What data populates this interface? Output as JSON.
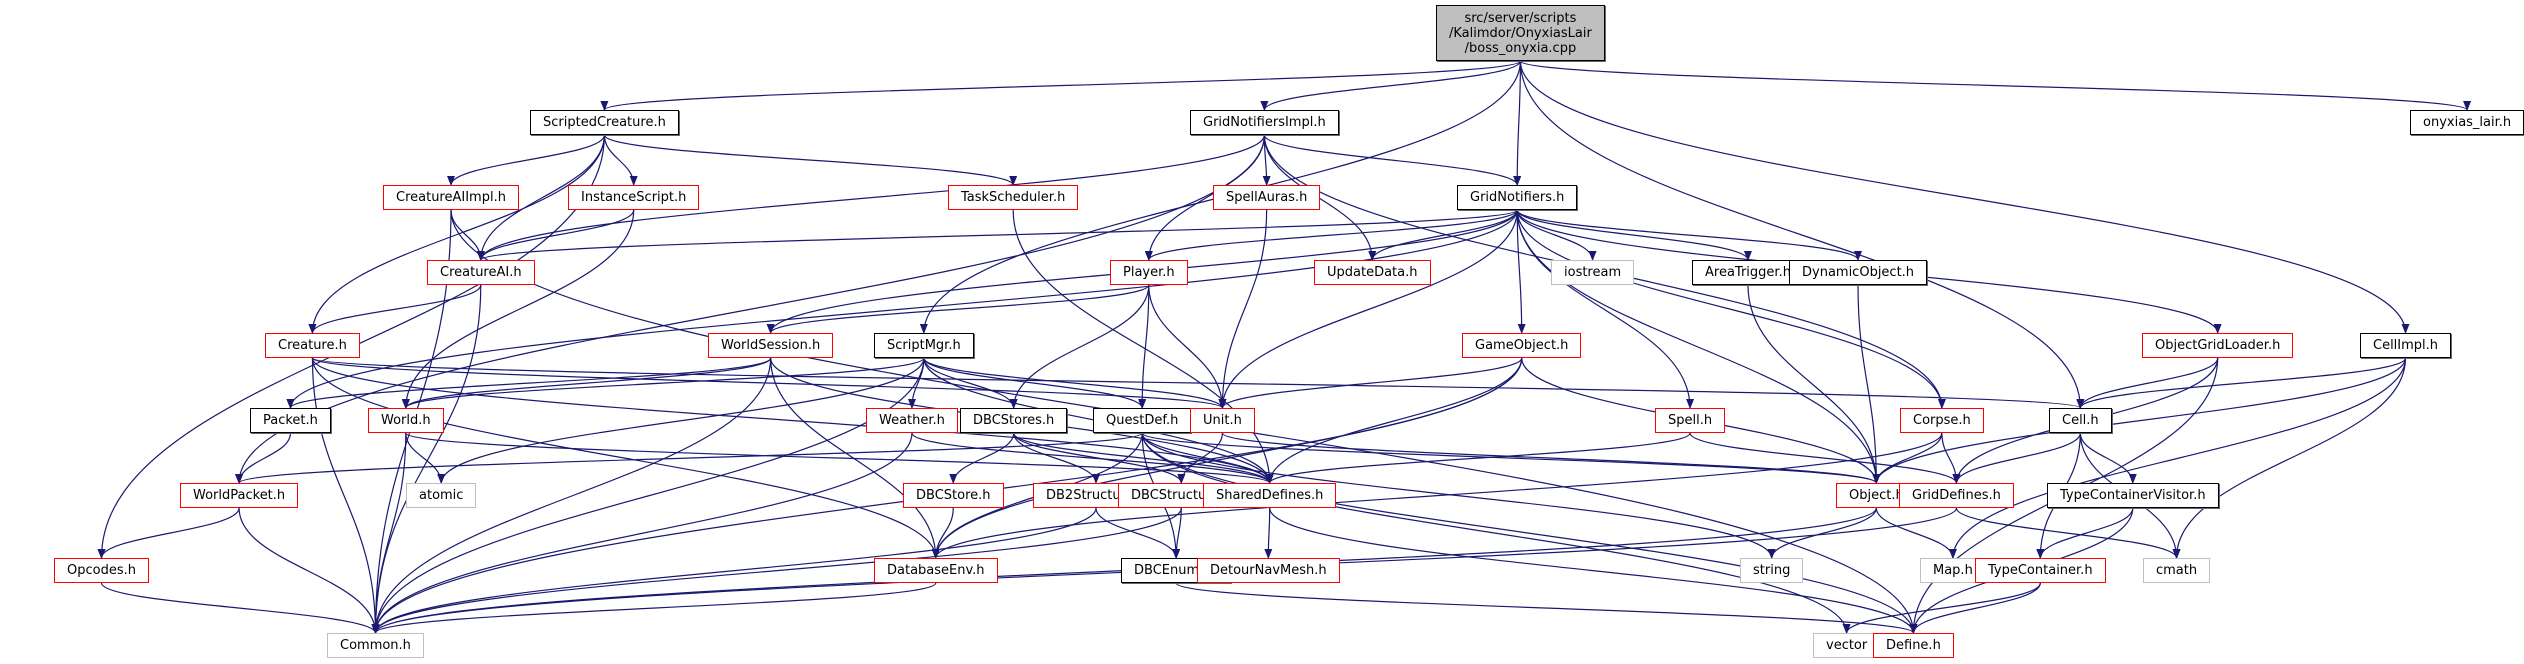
{
  "diagram": {
    "type": "include-dependency-graph",
    "colors": {
      "edge": "#191970",
      "root_fill": "#bfbfbf",
      "documented_border": "#000000",
      "truncated_border": "#ff0000",
      "external_border": "#bfbfbf"
    },
    "nodes": [
      {
        "id": "root",
        "label": "src/server/scripts\n/Kalimdor/OnyxiasLair\n/boss_onyxia.cpp",
        "kind": "root"
      },
      {
        "id": "ScriptedCreature",
        "label": "ScriptedCreature.h",
        "kind": "black"
      },
      {
        "id": "GridNotifiersImpl",
        "label": "GridNotifiersImpl.h",
        "kind": "black"
      },
      {
        "id": "onyxias_lair",
        "label": "onyxias_lair.h",
        "kind": "black"
      },
      {
        "id": "CreatureAIImpl",
        "label": "CreatureAIImpl.h",
        "kind": "red"
      },
      {
        "id": "InstanceScript",
        "label": "InstanceScript.h",
        "kind": "red"
      },
      {
        "id": "TaskScheduler",
        "label": "TaskScheduler.h",
        "kind": "red"
      },
      {
        "id": "SpellAuras",
        "label": "SpellAuras.h",
        "kind": "red"
      },
      {
        "id": "GridNotifiers",
        "label": "GridNotifiers.h",
        "kind": "black"
      },
      {
        "id": "CreatureAI",
        "label": "CreatureAI.h",
        "kind": "red"
      },
      {
        "id": "Player",
        "label": "Player.h",
        "kind": "red"
      },
      {
        "id": "UpdateData",
        "label": "UpdateData.h",
        "kind": "red"
      },
      {
        "id": "iostream",
        "label": "iostream",
        "kind": "gray"
      },
      {
        "id": "AreaTrigger",
        "label": "AreaTrigger.h",
        "kind": "black"
      },
      {
        "id": "DynamicObject",
        "label": "DynamicObject.h",
        "kind": "black"
      },
      {
        "id": "ObjectGridLoader",
        "label": "ObjectGridLoader.h",
        "kind": "red"
      },
      {
        "id": "CellImpl",
        "label": "CellImpl.h",
        "kind": "black"
      },
      {
        "id": "Creature",
        "label": "Creature.h",
        "kind": "red"
      },
      {
        "id": "WorldSession",
        "label": "WorldSession.h",
        "kind": "red"
      },
      {
        "id": "ScriptMgr",
        "label": "ScriptMgr.h",
        "kind": "black"
      },
      {
        "id": "GameObject",
        "label": "GameObject.h",
        "kind": "red"
      },
      {
        "id": "Spell",
        "label": "Spell.h",
        "kind": "red"
      },
      {
        "id": "Corpse",
        "label": "Corpse.h",
        "kind": "red"
      },
      {
        "id": "Cell",
        "label": "Cell.h",
        "kind": "black"
      },
      {
        "id": "Packet",
        "label": "Packet.h",
        "kind": "black"
      },
      {
        "id": "World",
        "label": "World.h",
        "kind": "red"
      },
      {
        "id": "Weather",
        "label": "Weather.h",
        "kind": "red"
      },
      {
        "id": "DBCStores",
        "label": "DBCStores.h",
        "kind": "black"
      },
      {
        "id": "QuestDef",
        "label": "QuestDef.h",
        "kind": "black"
      },
      {
        "id": "Unit",
        "label": "Unit.h",
        "kind": "red"
      },
      {
        "id": "WorldPacket",
        "label": "WorldPacket.h",
        "kind": "red"
      },
      {
        "id": "atomic",
        "label": "atomic",
        "kind": "gray"
      },
      {
        "id": "DBCStore",
        "label": "DBCStore.h",
        "kind": "red"
      },
      {
        "id": "DB2Structure",
        "label": "DB2Structure.h",
        "kind": "red"
      },
      {
        "id": "DBCStructure",
        "label": "DBCStructure.h",
        "kind": "red"
      },
      {
        "id": "SharedDefines",
        "label": "SharedDefines.h",
        "kind": "red"
      },
      {
        "id": "Object",
        "label": "Object.h",
        "kind": "red"
      },
      {
        "id": "GridDefines",
        "label": "GridDefines.h",
        "kind": "red"
      },
      {
        "id": "TypeContainerVisitor",
        "label": "TypeContainerVisitor.h",
        "kind": "black"
      },
      {
        "id": "Opcodes",
        "label": "Opcodes.h",
        "kind": "red"
      },
      {
        "id": "DatabaseEnv",
        "label": "DatabaseEnv.h",
        "kind": "red"
      },
      {
        "id": "DBCEnums",
        "label": "DBCEnums.h",
        "kind": "black"
      },
      {
        "id": "DetourNavMesh",
        "label": "DetourNavMesh.h",
        "kind": "red"
      },
      {
        "id": "string",
        "label": "string",
        "kind": "gray"
      },
      {
        "id": "MapH",
        "label": "Map.h",
        "kind": "gray"
      },
      {
        "id": "TypeContainer",
        "label": "TypeContainer.h",
        "kind": "red"
      },
      {
        "id": "cmath",
        "label": "cmath",
        "kind": "gray"
      },
      {
        "id": "Common",
        "label": "Common.h",
        "kind": "gray"
      },
      {
        "id": "vector",
        "label": "vector",
        "kind": "gray"
      },
      {
        "id": "Define",
        "label": "Define.h",
        "kind": "red"
      }
    ],
    "edges": [
      [
        "root",
        "ScriptedCreature"
      ],
      [
        "root",
        "GridNotifiersImpl"
      ],
      [
        "root",
        "ScriptMgr"
      ],
      [
        "root",
        "GridNotifiers"
      ],
      [
        "root",
        "onyxias_lair"
      ],
      [
        "root",
        "CellImpl"
      ],
      [
        "root",
        "Cell"
      ],
      [
        "ScriptedCreature",
        "CreatureAIImpl"
      ],
      [
        "ScriptedCreature",
        "InstanceScript"
      ],
      [
        "ScriptedCreature",
        "TaskScheduler"
      ],
      [
        "ScriptedCreature",
        "CreatureAI"
      ],
      [
        "ScriptedCreature",
        "Creature"
      ],
      [
        "ScriptedCreature",
        "Opcodes"
      ],
      [
        "GridNotifiersImpl",
        "SpellAuras"
      ],
      [
        "GridNotifiersImpl",
        "GridNotifiers"
      ],
      [
        "GridNotifiersImpl",
        "UpdateData"
      ],
      [
        "GridNotifiersImpl",
        "Player"
      ],
      [
        "GridNotifiersImpl",
        "CreatureAI"
      ],
      [
        "GridNotifiersImpl",
        "WorldPacket"
      ],
      [
        "GridNotifiersImpl",
        "Corpse"
      ],
      [
        "CreatureAIImpl",
        "CreatureAI"
      ],
      [
        "CreatureAIImpl",
        "Common"
      ],
      [
        "CreatureAIImpl",
        "Define"
      ],
      [
        "InstanceScript",
        "CreatureAI"
      ],
      [
        "InstanceScript",
        "World"
      ],
      [
        "TaskScheduler",
        "SharedDefines"
      ],
      [
        "SpellAuras",
        "Unit"
      ],
      [
        "GridNotifiers",
        "CreatureAI"
      ],
      [
        "GridNotifiers",
        "Player"
      ],
      [
        "GridNotifiers",
        "UpdateData"
      ],
      [
        "GridNotifiers",
        "iostream"
      ],
      [
        "GridNotifiers",
        "AreaTrigger"
      ],
      [
        "GridNotifiers",
        "DynamicObject"
      ],
      [
        "GridNotifiers",
        "ObjectGridLoader"
      ],
      [
        "GridNotifiers",
        "WorldSession"
      ],
      [
        "GridNotifiers",
        "GameObject"
      ],
      [
        "GridNotifiers",
        "Spell"
      ],
      [
        "GridNotifiers",
        "Corpse"
      ],
      [
        "GridNotifiers",
        "Unit"
      ],
      [
        "GridNotifiers",
        "Object"
      ],
      [
        "GridNotifiers",
        "Packet"
      ],
      [
        "CreatureAI",
        "Creature"
      ],
      [
        "CreatureAI",
        "Common"
      ],
      [
        "Player",
        "WorldSession"
      ],
      [
        "Player",
        "DBCStores"
      ],
      [
        "Player",
        "QuestDef"
      ],
      [
        "Player",
        "Unit"
      ],
      [
        "AreaTrigger",
        "Object"
      ],
      [
        "DynamicObject",
        "Object"
      ],
      [
        "ObjectGridLoader",
        "Cell"
      ],
      [
        "ObjectGridLoader",
        "GridDefines"
      ],
      [
        "ObjectGridLoader",
        "Define"
      ],
      [
        "CellImpl",
        "Cell"
      ],
      [
        "CellImpl",
        "Object"
      ],
      [
        "CellImpl",
        "MapH"
      ],
      [
        "CellImpl",
        "cmath"
      ],
      [
        "Creature",
        "Unit"
      ],
      [
        "Creature",
        "Cell"
      ],
      [
        "Creature",
        "Common"
      ],
      [
        "Creature",
        "DatabaseEnv"
      ],
      [
        "Creature",
        "SharedDefines"
      ],
      [
        "WorldSession",
        "Packet"
      ],
      [
        "WorldSession",
        "World"
      ],
      [
        "WorldSession",
        "Common"
      ],
      [
        "WorldSession",
        "DatabaseEnv"
      ],
      [
        "WorldSession",
        "SharedDefines"
      ],
      [
        "ScriptMgr",
        "World"
      ],
      [
        "ScriptMgr",
        "Weather"
      ],
      [
        "ScriptMgr",
        "DBCStores"
      ],
      [
        "ScriptMgr",
        "QuestDef"
      ],
      [
        "ScriptMgr",
        "atomic"
      ],
      [
        "ScriptMgr",
        "Common"
      ],
      [
        "ScriptMgr",
        "SharedDefines"
      ],
      [
        "ScriptMgr",
        "Unit"
      ],
      [
        "GameObject",
        "Unit"
      ],
      [
        "GameObject",
        "SharedDefines"
      ],
      [
        "GameObject",
        "Object"
      ],
      [
        "GameObject",
        "DatabaseEnv"
      ],
      [
        "GameObject",
        "Common"
      ],
      [
        "Spell",
        "SharedDefines"
      ],
      [
        "Spell",
        "GridDefines"
      ],
      [
        "Corpse",
        "Object"
      ],
      [
        "Corpse",
        "GridDefines"
      ],
      [
        "Corpse",
        "DatabaseEnv"
      ],
      [
        "Cell",
        "GridDefines"
      ],
      [
        "Cell",
        "TypeContainerVisitor"
      ],
      [
        "Cell",
        "TypeContainer"
      ],
      [
        "Cell",
        "cmath"
      ],
      [
        "Packet",
        "WorldPacket"
      ],
      [
        "World",
        "atomic"
      ],
      [
        "World",
        "Common"
      ],
      [
        "World",
        "SharedDefines"
      ],
      [
        "Weather",
        "SharedDefines"
      ],
      [
        "Weather",
        "Common"
      ],
      [
        "DBCStores",
        "DBCStore"
      ],
      [
        "DBCStores",
        "DB2Structure"
      ],
      [
        "DBCStores",
        "DBCStructure"
      ],
      [
        "DBCStores",
        "SharedDefines"
      ],
      [
        "QuestDef",
        "SharedDefines"
      ],
      [
        "QuestDef",
        "DatabaseEnv"
      ],
      [
        "QuestDef",
        "DBCEnums"
      ],
      [
        "QuestDef",
        "string"
      ],
      [
        "QuestDef",
        "vector"
      ],
      [
        "QuestDef",
        "Define"
      ],
      [
        "QuestDef",
        "Object"
      ],
      [
        "QuestDef",
        "WorldPacket"
      ],
      [
        "Unit",
        "DBCStructure"
      ],
      [
        "Unit",
        "Object"
      ],
      [
        "WorldPacket",
        "Opcodes"
      ],
      [
        "WorldPacket",
        "Common"
      ],
      [
        "DBCStore",
        "DatabaseEnv"
      ],
      [
        "DB2Structure",
        "DBCEnums"
      ],
      [
        "DB2Structure",
        "Common"
      ],
      [
        "DBCStructure",
        "DBCEnums"
      ],
      [
        "DBCStructure",
        "Common"
      ],
      [
        "SharedDefines",
        "DetourNavMesh"
      ],
      [
        "SharedDefines",
        "Define"
      ],
      [
        "Object",
        "string"
      ],
      [
        "Object",
        "MapH"
      ],
      [
        "Object",
        "Common"
      ],
      [
        "GridDefines",
        "Common"
      ],
      [
        "GridDefines",
        "cmath"
      ],
      [
        "TypeContainerVisitor",
        "TypeContainer"
      ],
      [
        "TypeContainerVisitor",
        "Define"
      ],
      [
        "Opcodes",
        "Common"
      ],
      [
        "DatabaseEnv",
        "Common"
      ],
      [
        "DBCEnums",
        "Define"
      ],
      [
        "TypeContainer",
        "vector"
      ],
      [
        "TypeContainer",
        "Define"
      ]
    ]
  }
}
